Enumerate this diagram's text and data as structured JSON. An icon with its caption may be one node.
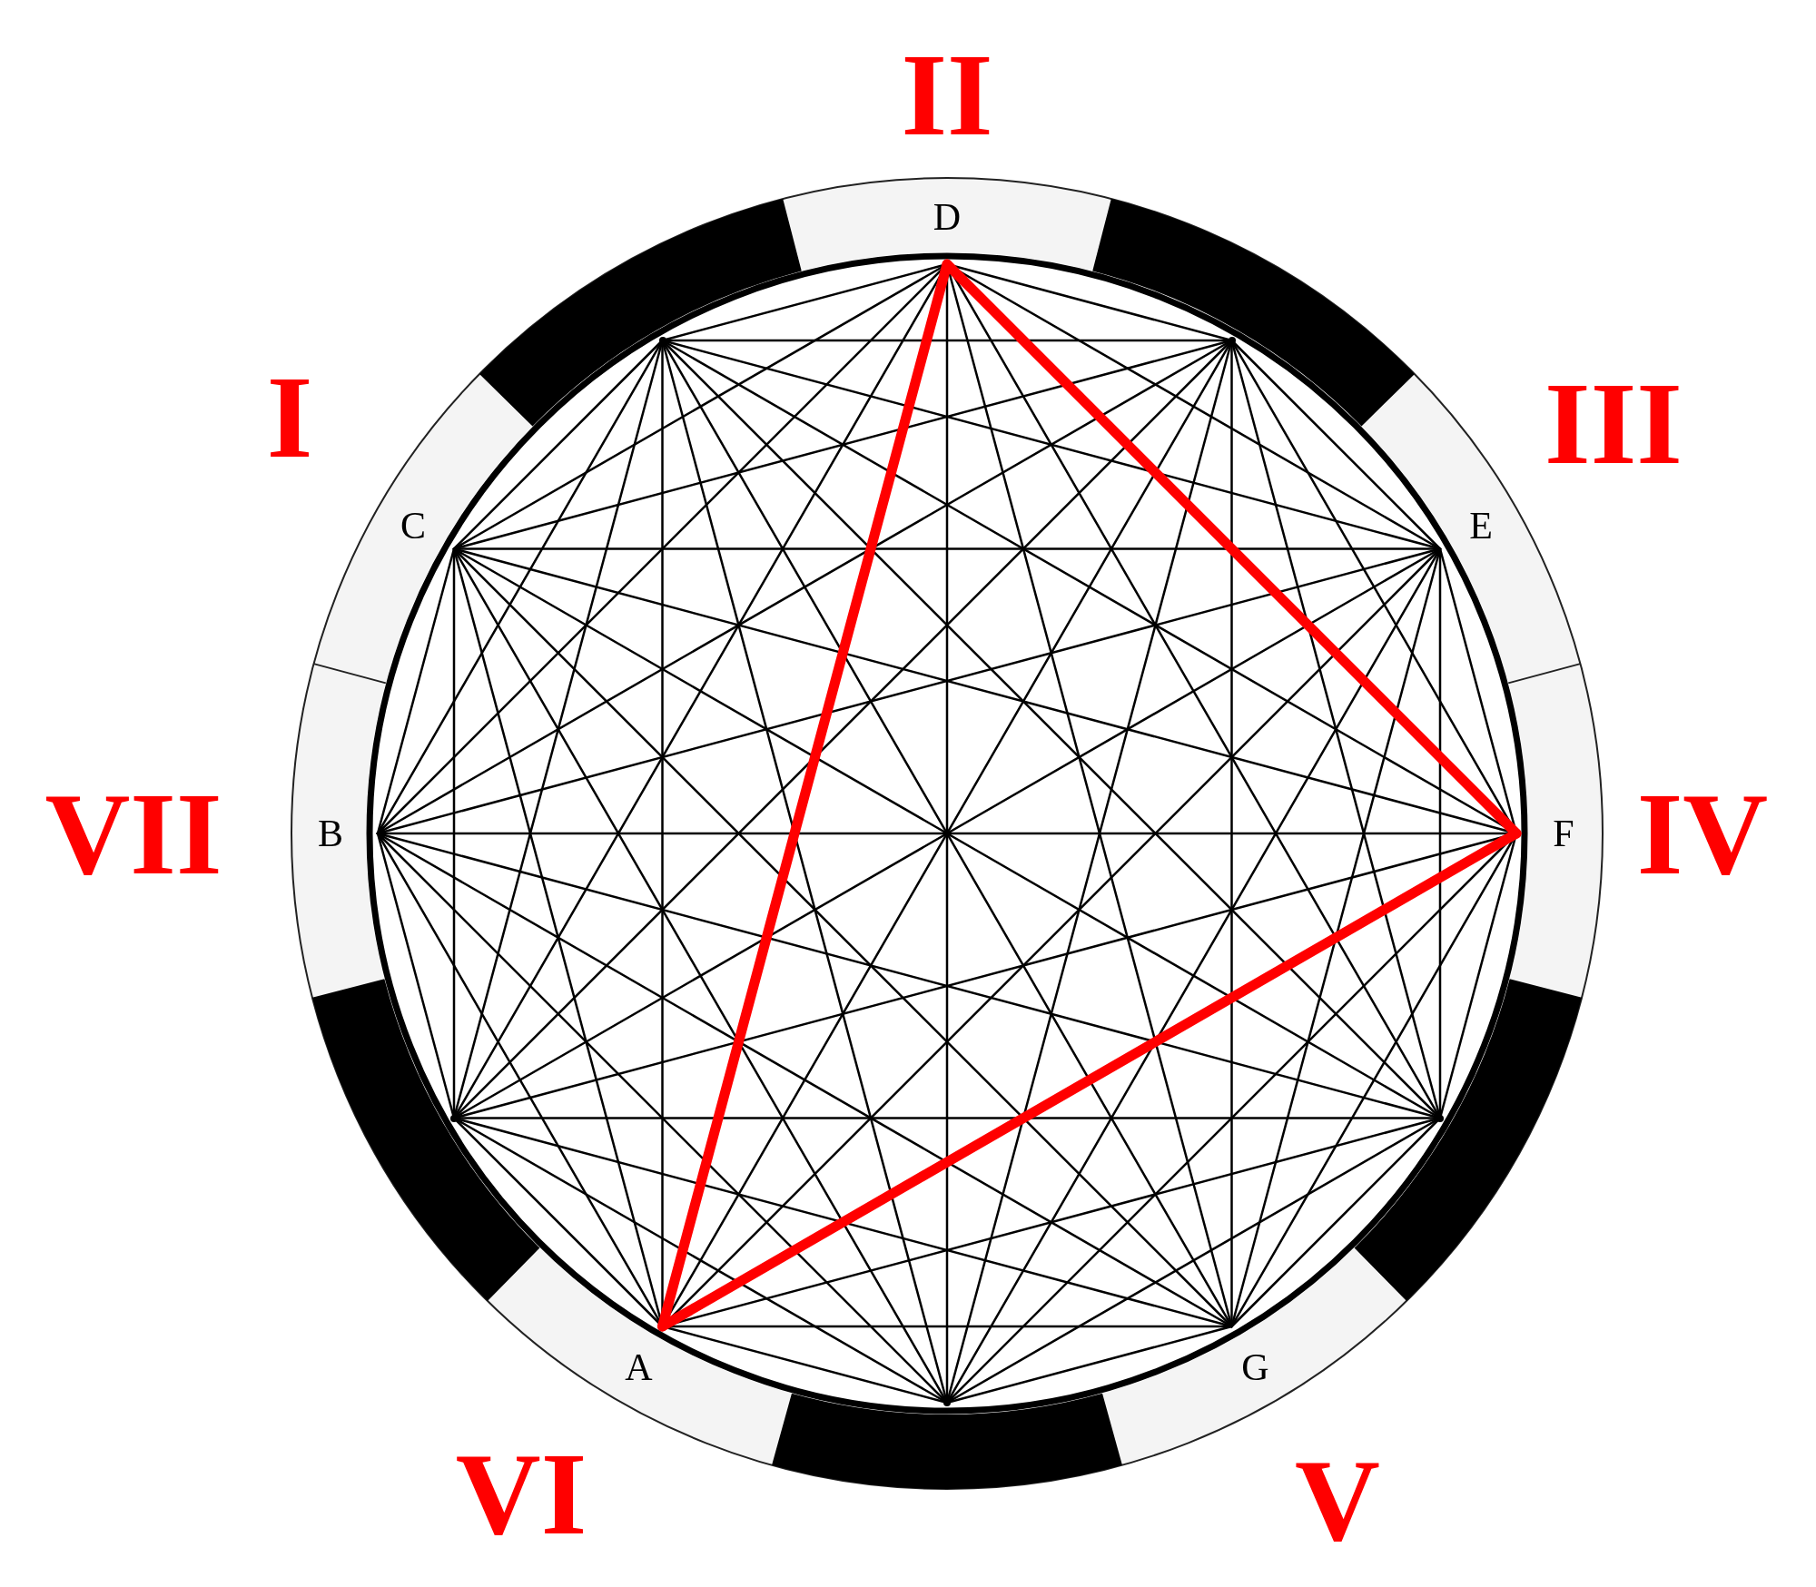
{
  "diagram": {
    "nodes": [
      {
        "text": [
          "D"
        ]
      },
      {
        "text": [],
        "shape": "point"
      },
      {
        "text": [
          "E"
        ]
      },
      {
        "text": [
          "F"
        ]
      },
      {
        "text": [],
        "shape": "point"
      },
      {
        "text": [
          "G"
        ]
      },
      {
        "text": [],
        "shape": "point"
      },
      {
        "text": [
          "A"
        ]
      },
      {
        "text": [],
        "shape": "point"
      },
      {
        "text": [
          "B"
        ]
      },
      {
        "text": [
          "C"
        ]
      },
      {
        "text": [],
        "shape": "point"
      }
    ],
    "edges": [
      {
        "from": 0,
        "to": 1,
        "arrow": "none"
      },
      {
        "from": 0,
        "to": 2,
        "arrow": "none"
      },
      {
        "from": 0,
        "to": 3,
        "arrow": "none",
        "style": "thick",
        "color": "#ff0000"
      },
      {
        "from": 0,
        "to": 4,
        "arrow": "none"
      },
      {
        "from": 0,
        "to": 5,
        "arrow": "none"
      },
      {
        "from": 0,
        "to": 6,
        "arrow": "none"
      },
      {
        "from": 0,
        "to": 7,
        "arrow": "none",
        "style": "thick",
        "color": "#ff0000"
      },
      {
        "from": 0,
        "to": 8,
        "arrow": "none"
      },
      {
        "from": 0,
        "to": 9,
        "arrow": "none"
      },
      {
        "from": 0,
        "to": 10,
        "arrow": "none"
      },
      {
        "from": 0,
        "to": 11,
        "arrow": "none"
      },
      {
        "from": 1,
        "to": 2,
        "arrow": "none"
      },
      {
        "from": 1,
        "to": 3,
        "arrow": "none"
      },
      {
        "from": 1,
        "to": 4,
        "arrow": "none"
      },
      {
        "from": 1,
        "to": 5,
        "arrow": "none"
      },
      {
        "from": 1,
        "to": 6,
        "arrow": "none"
      },
      {
        "from": 1,
        "to": 7,
        "arrow": "none"
      },
      {
        "from": 1,
        "to": 8,
        "arrow": "none"
      },
      {
        "from": 1,
        "to": 9,
        "arrow": "none"
      },
      {
        "from": 1,
        "to": 10,
        "arrow": "none"
      },
      {
        "from": 1,
        "to": 11,
        "arrow": "none"
      },
      {
        "from": 2,
        "to": 3,
        "arrow": "none"
      },
      {
        "from": 2,
        "to": 4,
        "arrow": "none"
      },
      {
        "from": 2,
        "to": 5,
        "arrow": "none"
      },
      {
        "from": 2,
        "to": 6,
        "arrow": "none"
      },
      {
        "from": 2,
        "to": 7,
        "arrow": "none"
      },
      {
        "from": 2,
        "to": 8,
        "arrow": "none"
      },
      {
        "from": 2,
        "to": 9,
        "arrow": "none"
      },
      {
        "from": 2,
        "to": 10,
        "arrow": "none"
      },
      {
        "from": 2,
        "to": 11,
        "arrow": "none"
      },
      {
        "from": 3,
        "to": 4,
        "arrow": "none"
      },
      {
        "from": 3,
        "to": 5,
        "arrow": "none"
      },
      {
        "from": 3,
        "to": 6,
        "arrow": "none"
      },
      {
        "from": 3,
        "to": 7,
        "arrow": "none",
        "style": "thick",
        "color": "#ff0000"
      },
      {
        "from": 3,
        "to": 8,
        "arrow": "none"
      },
      {
        "from": 3,
        "to": 9,
        "arrow": "none"
      },
      {
        "from": 3,
        "to": 10,
        "arrow": "none"
      },
      {
        "from": 3,
        "to": 11,
        "arrow": "none"
      },
      {
        "from": 4,
        "to": 5,
        "arrow": "none"
      },
      {
        "from": 4,
        "to": 6,
        "arrow": "none"
      },
      {
        "from": 4,
        "to": 7,
        "arrow": "none"
      },
      {
        "from": 4,
        "to": 8,
        "arrow": "none"
      },
      {
        "from": 4,
        "to": 9,
        "arrow": "none"
      },
      {
        "from": 4,
        "to": 10,
        "arrow": "none"
      },
      {
        "from": 4,
        "to": 11,
        "arrow": "none"
      },
      {
        "from": 5,
        "to": 6,
        "arrow": "none"
      },
      {
        "from": 5,
        "to": 7,
        "arrow": "none"
      },
      {
        "from": 5,
        "to": 8,
        "arrow": "none"
      },
      {
        "from": 5,
        "to": 9,
        "arrow": "none"
      },
      {
        "from": 5,
        "to": 10,
        "arrow": "none"
      },
      {
        "from": 5,
        "to": 11,
        "arrow": "none"
      },
      {
        "from": 6,
        "to": 7,
        "arrow": "none"
      },
      {
        "from": 6,
        "to": 8,
        "arrow": "none"
      },
      {
        "from": 6,
        "to": 9,
        "arrow": "none"
      },
      {
        "from": 6,
        "to": 10,
        "arrow": "none"
      },
      {
        "from": 6,
        "to": 11,
        "arrow": "none"
      },
      {
        "from": 7,
        "to": 8,
        "arrow": "none"
      },
      {
        "from": 7,
        "to": 9,
        "arrow": "none"
      },
      {
        "from": 7,
        "to": 10,
        "arrow": "none"
      },
      {
        "from": 7,
        "to": 11,
        "arrow": "none"
      },
      {
        "from": 8,
        "to": 9,
        "arrow": "none"
      },
      {
        "from": 8,
        "to": 10,
        "arrow": "none"
      },
      {
        "from": 8,
        "to": 11,
        "arrow": "none"
      },
      {
        "from": 9,
        "to": 10,
        "arrow": "none"
      },
      {
        "from": 9,
        "to": 11,
        "arrow": "none"
      },
      {
        "from": 10,
        "to": 11,
        "arrow": "none"
      }
    ],
    "labels": [
      "II",
      "I",
      "III",
      "VII",
      "IV",
      "VI",
      "V"
    ]
  }
}
